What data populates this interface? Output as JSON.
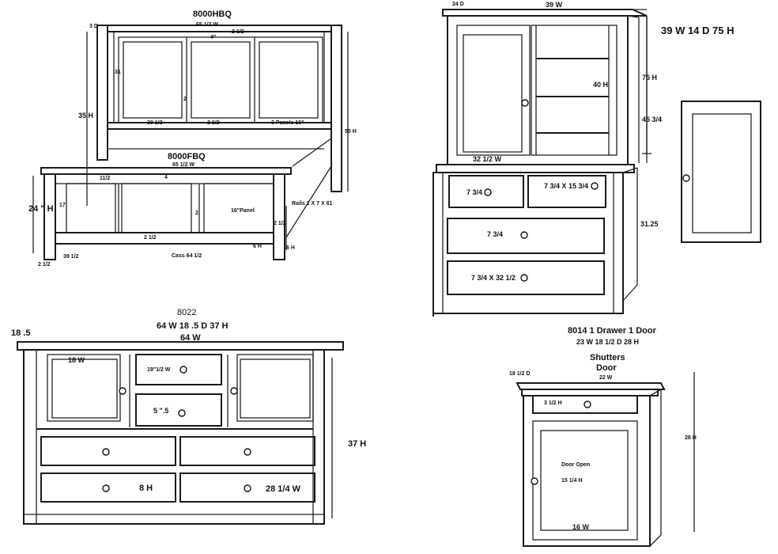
{
  "bed": {
    "hb_code": "8000HBQ",
    "hb_top_w": "65 1/2 W",
    "hb_3d": "3 D",
    "hb_2_12": "2 1/2",
    "hb_4": "4\"",
    "hb_31": "31",
    "hb_35h": "35 H",
    "hb_2": "2",
    "hb_55h": "55 H",
    "hb_bot_left": "39 1/2",
    "hb_bot_mid": "2 1/2",
    "hb_panels": "3 Panels 16\"",
    "fb_code": "8000FBQ",
    "fb_w": "65 1/2 W",
    "fb_left": "11/2",
    "fb_4": "4",
    "fb_24h": "24 \" H",
    "fb_17": "17",
    "fb_2": "2",
    "fb_panel": "16\"Panel",
    "rails": "Rails 1 X 7 X 81",
    "fb_21_right": "2 1/2",
    "fb_21_bottom": "2 1/2",
    "fb_6h_a": "6 H",
    "fb_6h_b": "6 H",
    "fb_39": "39 1/2",
    "fb_cass": "Cass 64 1/2",
    "fb_21_left": "2 1/2"
  },
  "armoire": {
    "top_d": "24 D",
    "top_w": "39 W",
    "dims": "39 W  14 D  75 H",
    "h40": "40 H",
    "h75": "75 H",
    "h45": "45 3/4",
    "w32": "32 1/2  W",
    "d1": "7 3/4",
    "d2": "7 3/4 X 15 3/4",
    "d3": "7 3/4",
    "d4": "7 3/4 X 32 1/2",
    "h31": "31.25"
  },
  "dresser": {
    "code": "8022",
    "dims": "64 W 18 .5 D 37 H",
    "w": "64 W",
    "d": "18 .5",
    "w18": "18 W",
    "sd": "19\"1/2 W",
    "s55": "5 \".5",
    "h37": "37 H",
    "h8": "8 H",
    "w28": "28 1/4 W"
  },
  "nightstand": {
    "title": "8014 1 Drawer 1 Door",
    "dims": "23 W 18 1/2 D 28 H",
    "shutters": "Shutters",
    "door": "Door",
    "d": "18 1/2 D",
    "w22": "22 W",
    "dr": "3 1/2 H",
    "h28": "28 H",
    "open": "Door Open",
    "h15": "15 1/4 H",
    "w16": "16 W"
  }
}
